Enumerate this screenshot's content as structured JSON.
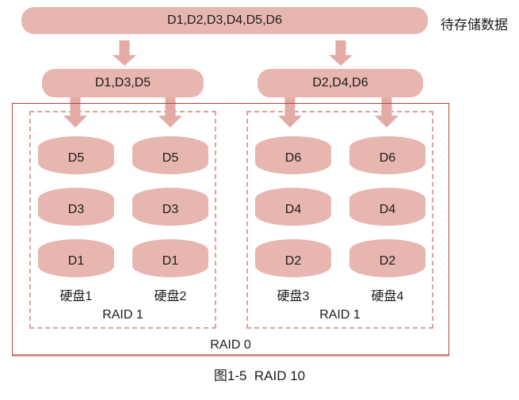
{
  "caption": "图1-5  RAID 10",
  "top_bar": {
    "label": "D1,D2,D3,D4,D5,D6"
  },
  "side_label": "待存储数据",
  "stripe_bars": [
    {
      "label": "D1,D3,D5"
    },
    {
      "label": "D2,D4,D6"
    }
  ],
  "raid0_label": "RAID 0",
  "groups": [
    {
      "raid_label": "RAID 1",
      "disks": [
        {
          "name": "硬盘1",
          "blocks": [
            "D5",
            "D3",
            "D1"
          ]
        },
        {
          "name": "硬盘2",
          "blocks": [
            "D5",
            "D3",
            "D1"
          ]
        }
      ]
    },
    {
      "raid_label": "RAID 1",
      "disks": [
        {
          "name": "硬盘3",
          "blocks": [
            "D6",
            "D4",
            "D2"
          ]
        },
        {
          "name": "硬盘4",
          "blocks": [
            "D6",
            "D4",
            "D2"
          ]
        }
      ]
    }
  ],
  "colors": {
    "shape_fill": "#e8b6b1",
    "arrow_fill": "#e4aba5",
    "dashed_border": "#e0a09b",
    "outer_border": "#a2493f",
    "outer_border_bottom": "#c8928b",
    "text": "#1b1b1b"
  }
}
